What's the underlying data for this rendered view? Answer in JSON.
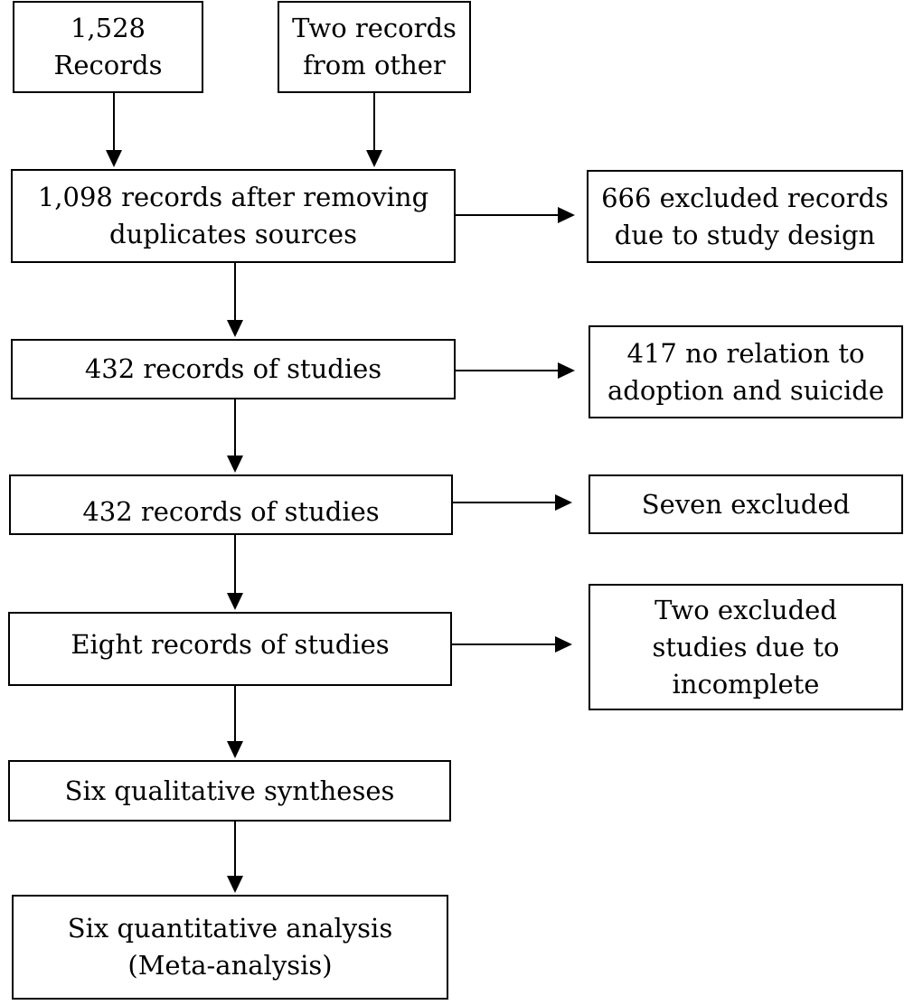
{
  "flow": {
    "sources": {
      "records": [
        "1,528",
        "Records"
      ],
      "other": [
        "Two records",
        "from other"
      ]
    },
    "main": [
      [
        "1,098 records after removing",
        "duplicates sources"
      ],
      [
        "432 records of studies"
      ],
      [
        "432 records of studies"
      ],
      [
        "Eight records of studies"
      ],
      [
        "Six qualitative syntheses"
      ],
      [
        "Six quantitative analysis",
        "(Meta-analysis)"
      ]
    ],
    "excluded": [
      [
        "666 excluded records",
        "due to study design"
      ],
      [
        "417 no relation to",
        "adoption and suicide"
      ],
      [
        "Seven excluded"
      ],
      [
        "Two excluded",
        "studies due to",
        "incomplete"
      ]
    ]
  },
  "colors": {
    "stroke": "#000000",
    "background": "#ffffff"
  }
}
